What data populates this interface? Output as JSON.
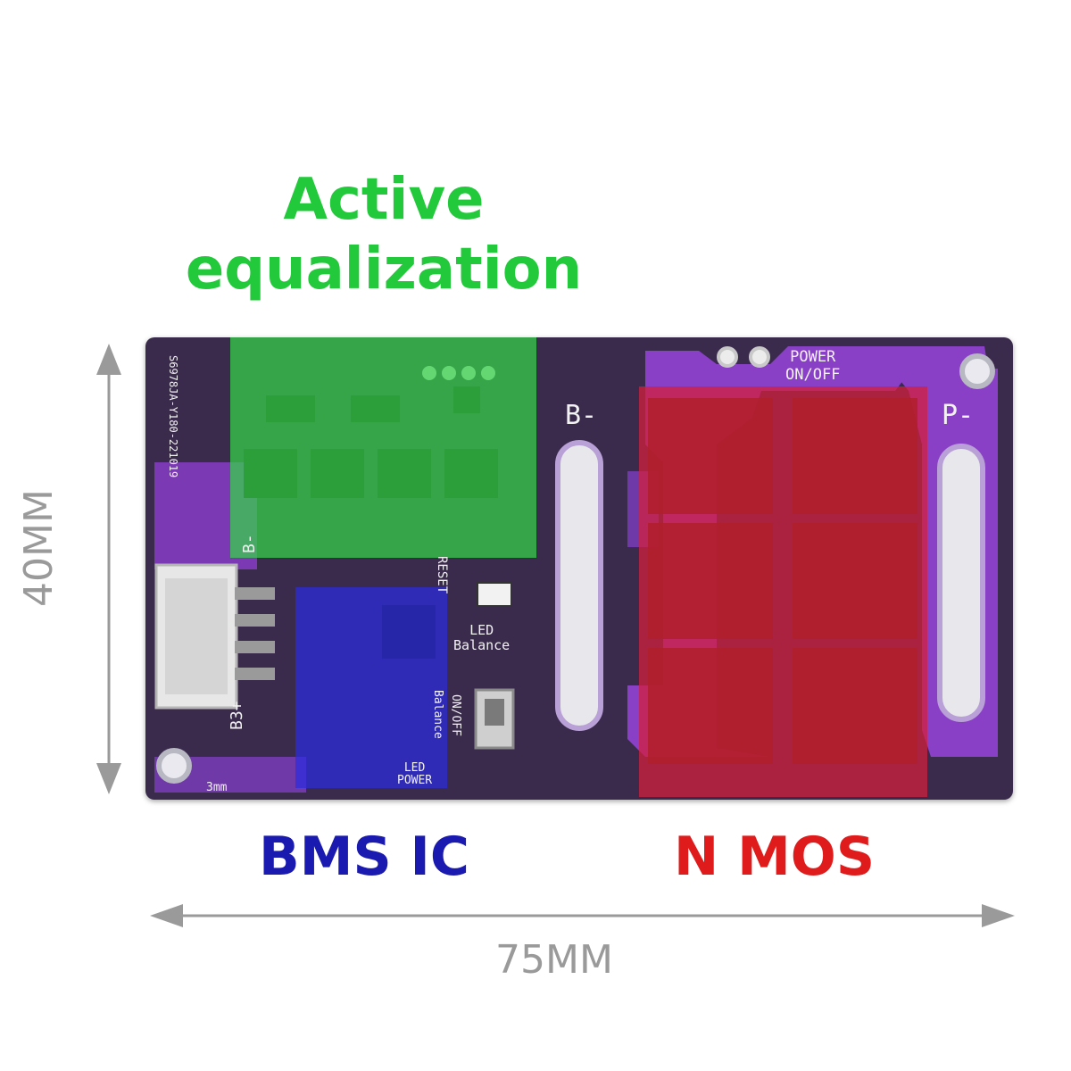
{
  "labels": {
    "active_line1": "Active",
    "active_line2": "equalization",
    "bms_ic": "BMS IC",
    "n_mos": "N MOS",
    "width_dim": "75MM",
    "height_dim": "40MM"
  },
  "silkscreen": {
    "power": "POWER",
    "on_off": "ON/OFF",
    "b_minus": "B-",
    "p_minus": "P-",
    "b_minus_small": "B-",
    "b3_plus": "B3+",
    "reset": "RESET",
    "led_balance_1": "LED",
    "led_balance_2": "Balance",
    "balance_on": "ON/OFF",
    "balance_label": "Balance",
    "led_power_1": "LED",
    "led_power_2": "POWER",
    "hole_size": "3mm",
    "board_id": "S6978JA-Y180-221019"
  },
  "colors": {
    "board": "#3a2b4d",
    "pad_purple": "#8a3fc7",
    "overlay_green": "#35d247",
    "overlay_blue": "#2b2be0",
    "overlay_red": "#d61e3a",
    "text_green": "#22c93a",
    "text_blue": "#1a1ab0",
    "text_red": "#e01b1b",
    "dim_gray": "#9a9a9a"
  }
}
